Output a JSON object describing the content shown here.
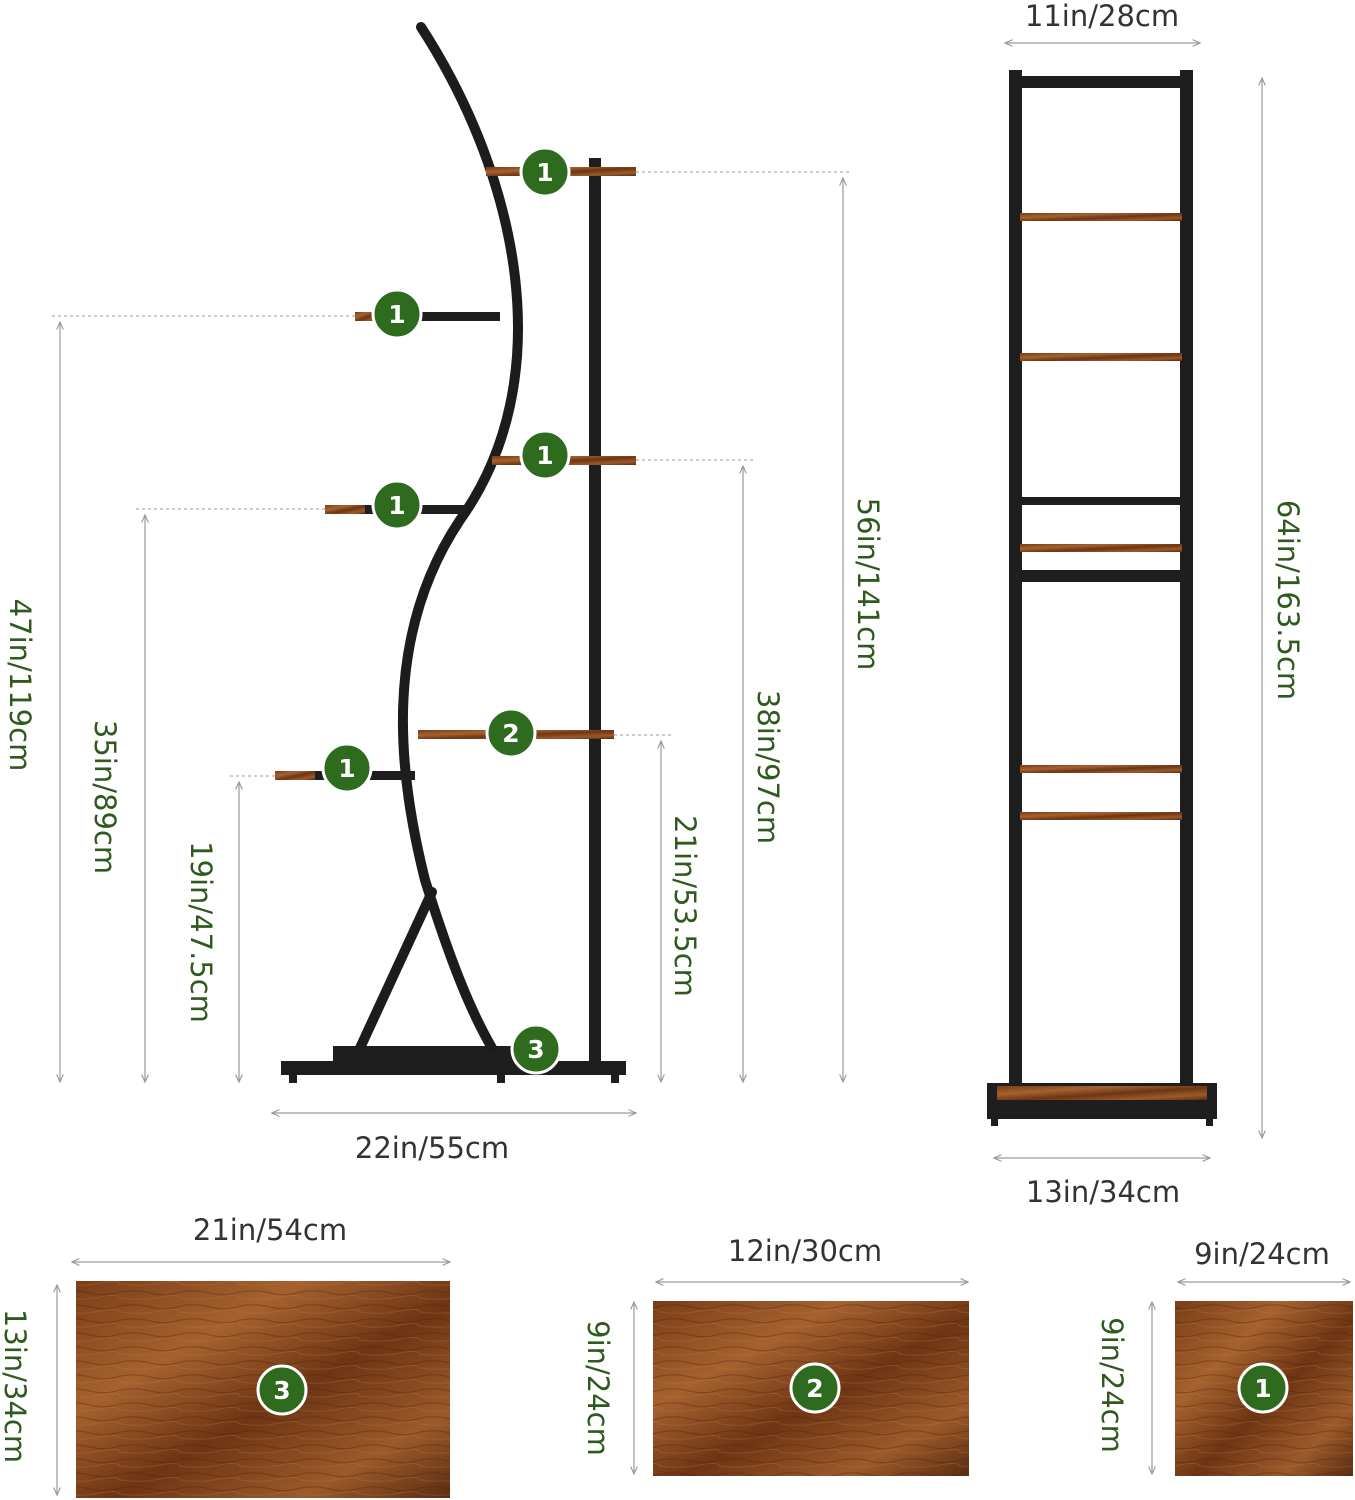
{
  "colors": {
    "badge_fill": "#2e6b1f",
    "badge_ring": "#ffffff",
    "dimension_text": "#2f5a1e",
    "frame": "#1c1c1c",
    "wood_dark": "#5b2d12",
    "wood_light": "#9a5a2c"
  },
  "side_view": {
    "height_total": "56in/141cm",
    "height_upper_left": "47in/119cm",
    "height_mid_left": "35in/89cm",
    "height_low_left": "19in/47.5cm",
    "height_mid_right": "38in/97cm",
    "height_low_right": "21in/53.5cm",
    "width": "22in/55cm",
    "badges": [
      "1",
      "1",
      "1",
      "1",
      "1",
      "2",
      "3"
    ]
  },
  "front_view": {
    "top_width": "11in/28cm",
    "height": "64in/163.5cm",
    "base_width": "13in/34cm"
  },
  "boards": [
    {
      "badge": "3",
      "width": "21in/54cm",
      "depth": "13in/34cm"
    },
    {
      "badge": "2",
      "width": "12in/30cm",
      "depth": "9in/24cm"
    },
    {
      "badge": "1",
      "width": "9in/24cm",
      "depth": "9in/24cm"
    }
  ]
}
